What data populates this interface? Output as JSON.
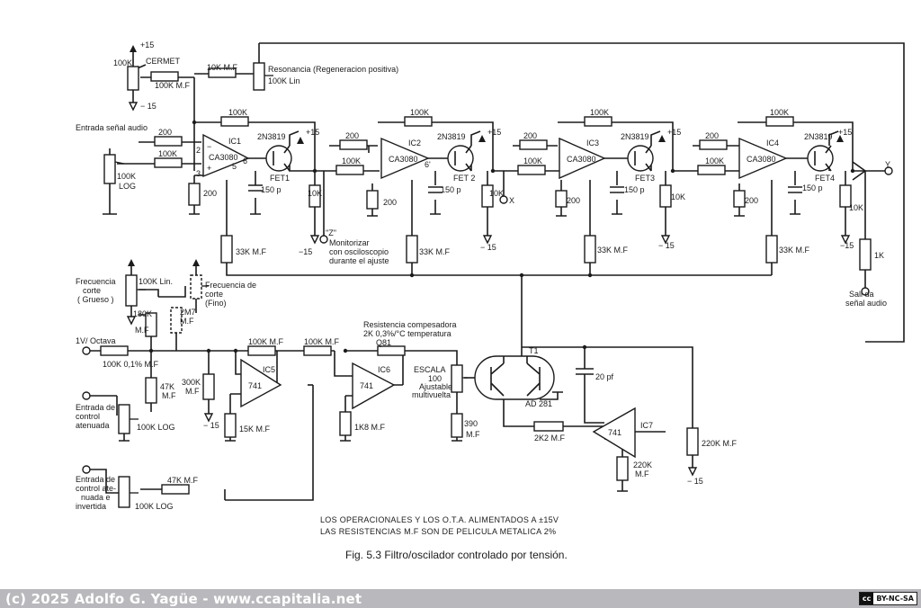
{
  "labels": {
    "supply_plus_15": "+15",
    "supply_minus_15": "− 15",
    "minus_15": "−15",
    "minus_15_b": "− 15",
    "cermet": "CERMET",
    "r_100k": "100K",
    "r_100k_mf": "100K M.F",
    "r_10k_mf": "10K M.F",
    "resonance": "Resonancia (Regeneracion positiva)",
    "resonance_pot": "100K Lin",
    "audio_in": "Entrada señal audio",
    "r_200": "200",
    "r_100k_log": "100K",
    "log": "LOG",
    "r_10k": "10K",
    "r_33k_mf": "33K M.F",
    "c_150p": "150 p",
    "ic1": "IC1",
    "ic2": "IC2",
    "ic3": "IC3",
    "ic4": "IC4",
    "ota": "CA3080",
    "fet_type": "2N3819",
    "fet1": "FET1",
    "fet2": "FET 2",
    "fet3": "FET3",
    "fet4": "FET4",
    "pin2": "2",
    "pin3": "3",
    "pin5": "5",
    "pin6": "6",
    "pin6b": "6'",
    "minus_sign": "−",
    "plus_sign": "+",
    "z_point": "\"Z\"",
    "monitor_1": "Monitorizar",
    "monitor_2": "con osciloscopio",
    "monitor_3": "durante el ajuste",
    "x_point": "X",
    "y_point": "Y",
    "r_1k": "1K",
    "audio_out_1": "Sali da",
    "audio_out_2": "señal audio",
    "coarse_pot": "100K Lin.",
    "coarse_1": "Frecuencia",
    "coarse_2": "corte",
    "coarse_3": "( Grueso )",
    "r_180k": "180K",
    "mf": "M.F",
    "fine_1": "Frecuencia de",
    "fine_2": "corte",
    "fine_3": "(Fino)",
    "r_2m7": "2M7",
    "v_oct": "1V/ Octava",
    "r_100k_01": "100K 0,1% M.F",
    "r_47k": "47K",
    "r_300k": "300K",
    "r_15k_mf": "15K M.F",
    "ic5": "IC5",
    "ic6": "IC6",
    "ic7": "IC7",
    "op741": "741",
    "comp_1": "Resistencia compesadora",
    "comp_2": "2K 0,3%/°C temperatura",
    "q81": "Q81",
    "escala": "ESCALA",
    "r_100": "100",
    "adj_1": "Ajustable",
    "adj_2": "multivuelta",
    "r_1k8_mf": "1K8 M.F",
    "r_390": "390",
    "t1": "T1",
    "ad281": "AD 281",
    "c_20pf": "20 pf",
    "r_2k2_mf": "2K2 M.F",
    "r_220k": "220K",
    "r_220k_mf": "220K M.F",
    "ctrl_att_1": "Entrada de",
    "ctrl_att_2": "control",
    "ctrl_att_3": "atenuada",
    "r_100k_log_b": "100K LOG",
    "ctrl_inv_1": "Entrada de",
    "ctrl_inv_2": "control ate-",
    "ctrl_inv_3": "nuada e",
    "ctrl_inv_4": "invertida",
    "r_47k_mf": "47K M.F"
  },
  "notes": {
    "line1": "LOS OPERACIONALES Y LOS O.T.A. ALIMENTADOS A ±15V",
    "line2": "LAS RESISTENCIAS M.F SON DE PELICULA METALICA 2%"
  },
  "caption": "Fig. 5.3   Filtro/oscilador controlado por tensión.",
  "footer": {
    "credit": "(c) 2025 Adolfo G. Yagüe - www.ccapitalia.net",
    "license_cc": "cc",
    "license_terms": "BY-NC-SA"
  }
}
